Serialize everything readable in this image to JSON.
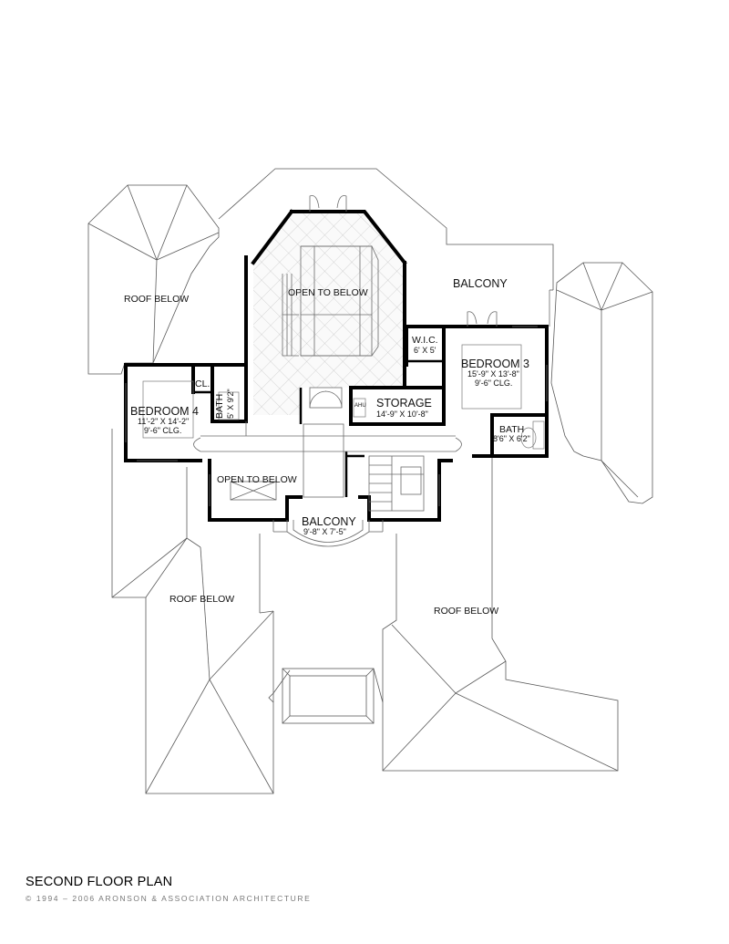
{
  "title": "SECOND FLOOR PLAN",
  "copyright": "© 1994 – 2006 ARONSON & ASSOCIATION ARCHITECTURE",
  "labels": {
    "roof_nw": "ROOF BELOW",
    "roof_sw": "ROOF BELOW",
    "roof_se": "ROOF BELOW",
    "open_top": "OPEN TO BELOW",
    "open_mid": "OPEN TO BELOW",
    "balcony_ne": "BALCONY",
    "wic": "W.I.C.",
    "wic_dim": "6' X 5'",
    "bed3": "BEDROOM 3",
    "bed3_dim1": "15'-9\" X 13'-8\"",
    "bed3_dim2": "9'-6\" CLG.",
    "bath_e": "BATH",
    "bath_e_dim": "8'6\" X 6'2\"",
    "storage": "STORAGE",
    "storage_dim": "14'-9\" X 10'-8\"",
    "ahu": "AHU",
    "bed4": "BEDROOM 4",
    "bed4_dim1": "11'-2\" X 14'-2\"",
    "bed4_dim2": "9'-6\" CLG.",
    "closet": "CL.",
    "bath_w": "BATH",
    "bath_w_dim": "5' X 9'2\"",
    "balcony_s": "BALCONY",
    "balcony_s_dim": "9'-8\" X 7'-5\""
  }
}
